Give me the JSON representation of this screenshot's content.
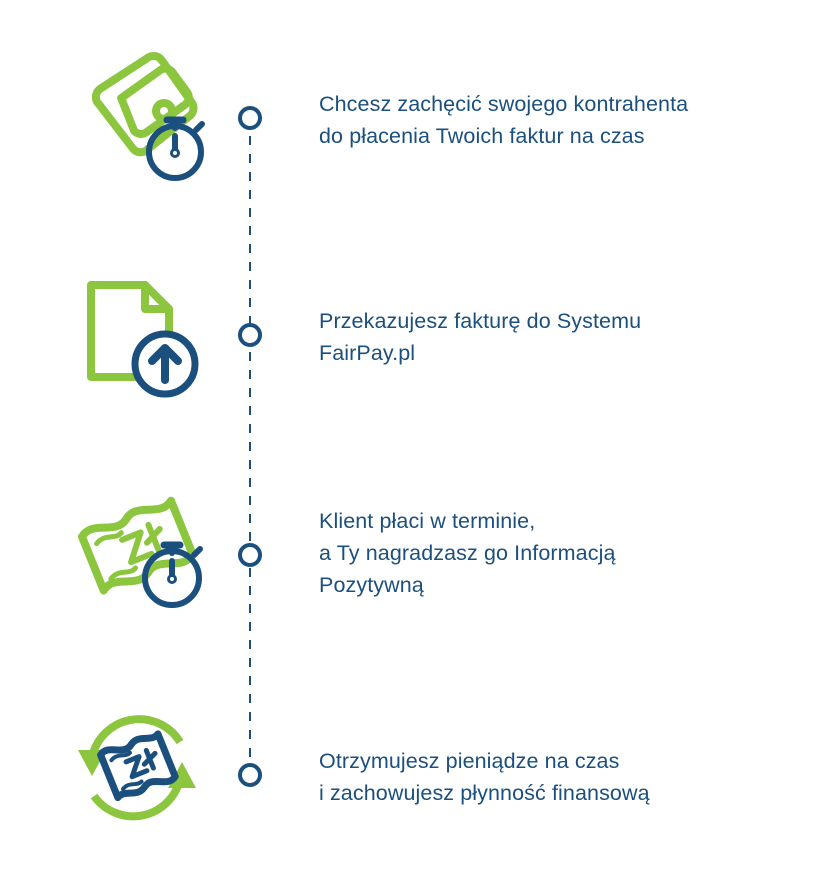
{
  "colors": {
    "green": "#8cc63f",
    "navy": "#1b4f7e",
    "background": "#ffffff",
    "text": "#1b4f7e"
  },
  "timeline": {
    "orientation": "vertical",
    "connector_style": "dashed",
    "node_shape": "hollow-circle",
    "steps": [
      {
        "index": 1,
        "icon": "wallet-stopwatch-icon",
        "icon_parts": [
          "wallet",
          "stopwatch"
        ],
        "lines": [
          "Chcesz zachęcić swojego kontrahenta",
          "do płacenia Twoich faktur na czas"
        ]
      },
      {
        "index": 2,
        "icon": "document-upload-icon",
        "icon_parts": [
          "document-page",
          "upload-arrow-circle"
        ],
        "lines": [
          "Przekazujesz fakturę do Systemu",
          "FairPay.pl"
        ]
      },
      {
        "index": 3,
        "icon": "banknote-stopwatch-icon",
        "icon_parts": [
          "banknote-zloty",
          "stopwatch"
        ],
        "lines": [
          "Klient płaci w terminie,",
          "a Ty nagradzasz go Informacją",
          "Pozytywną"
        ]
      },
      {
        "index": 4,
        "icon": "banknote-refresh-icon",
        "icon_parts": [
          "refresh-arrows",
          "banknote-zloty"
        ],
        "lines": [
          "Otrzymujesz pieniądze na czas",
          "i zachowujesz płynność finansową"
        ]
      }
    ]
  }
}
